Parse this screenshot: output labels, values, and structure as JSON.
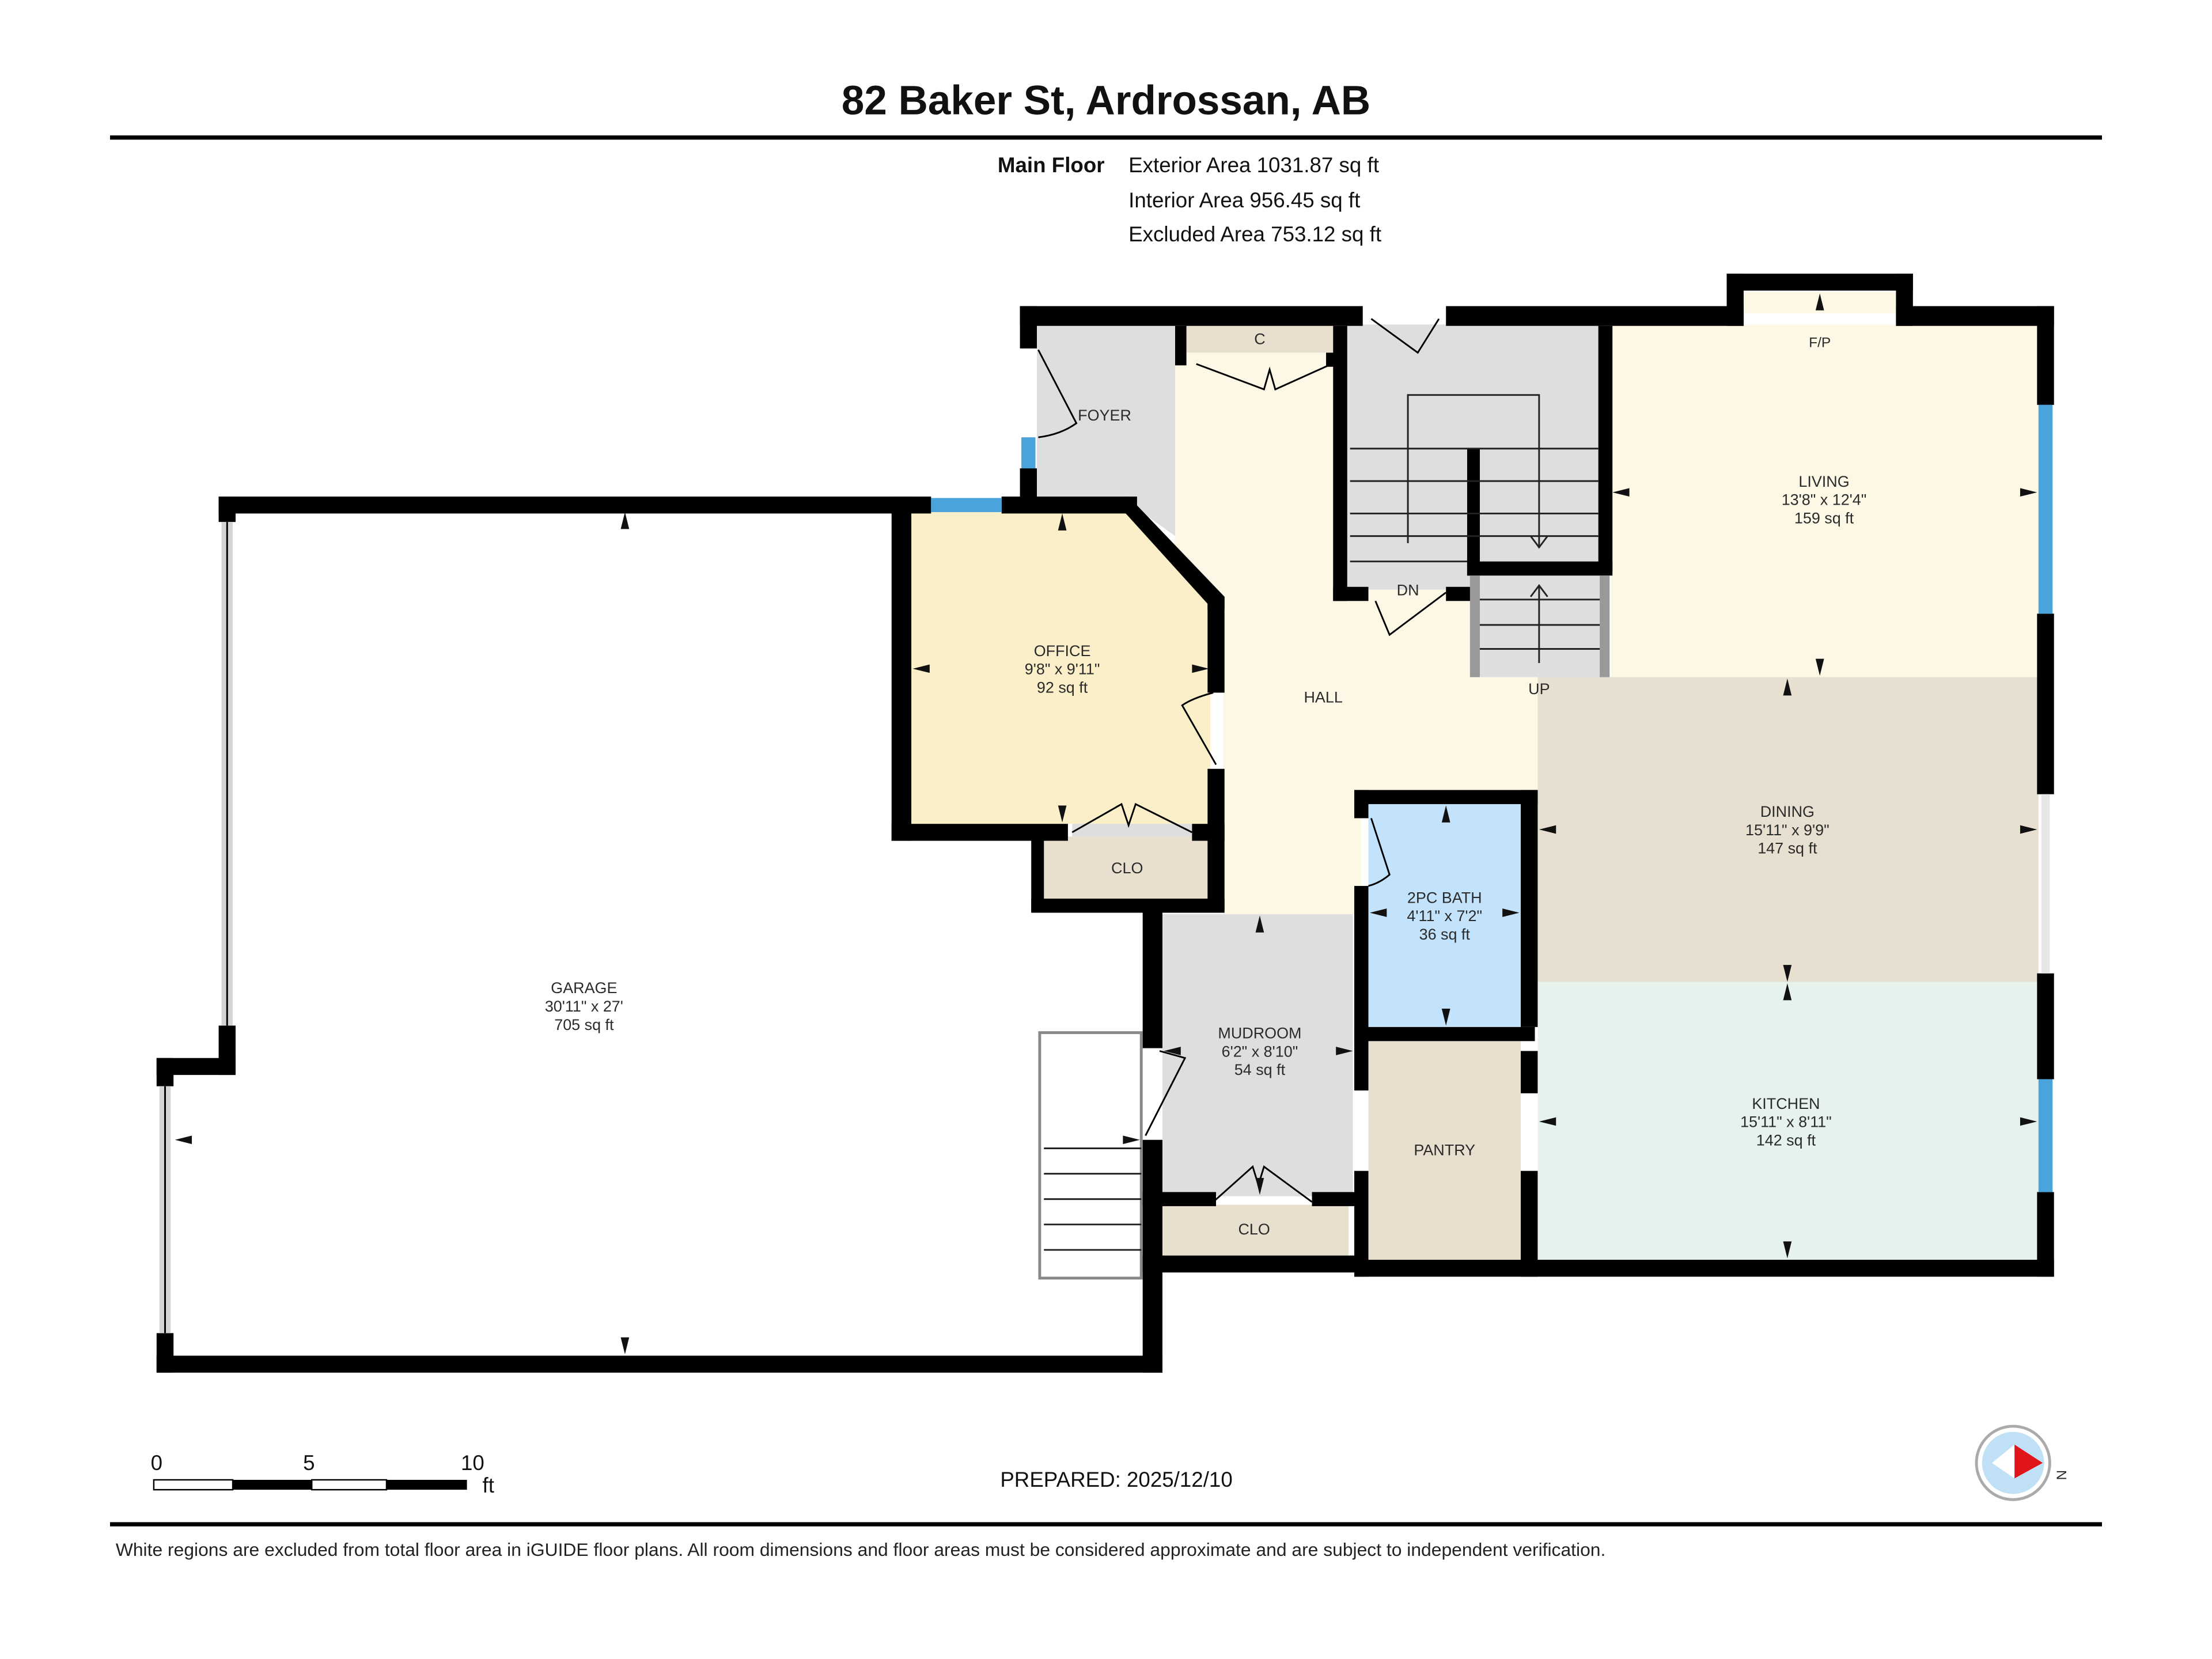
{
  "header": {
    "title": "82 Baker St, Ardrossan, AB",
    "floor_label": "Main Floor",
    "areas": [
      "Exterior Area 1031.87 sq ft",
      "Interior Area 956.45 sq ft",
      "Excluded Area 753.12 sq ft"
    ]
  },
  "rooms": {
    "garage": {
      "name": "GARAGE",
      "dims": "30'11\" x 27'",
      "area": "705 sq ft"
    },
    "office": {
      "name": "OFFICE",
      "dims": "9'8\" x 9'11\"",
      "area": "92 sq ft"
    },
    "living": {
      "name": "LIVING",
      "dims": "13'8\" x 12'4\"",
      "area": "159 sq ft"
    },
    "dining": {
      "name": "DINING",
      "dims": "15'11\" x 9'9\"",
      "area": "147 sq ft"
    },
    "kitchen": {
      "name": "KITCHEN",
      "dims": "15'11\" x 8'11\"",
      "area": "142 sq ft"
    },
    "bath": {
      "name": "2PC BATH",
      "dims": "4'11\" x 7'2\"",
      "area": "36 sq ft"
    },
    "mudroom": {
      "name": "MUDROOM",
      "dims": "6'2\" x 8'10\"",
      "area": "54 sq ft"
    },
    "foyer": {
      "name": "FOYER"
    },
    "hall": {
      "name": "HALL"
    },
    "pantry": {
      "name": "PANTRY"
    },
    "closet_office": {
      "name": "CLO"
    },
    "closet_mudroom": {
      "name": "CLO"
    },
    "closet_hall": {
      "name": "C"
    },
    "fireplace": {
      "name": "F/P"
    },
    "stairs_down": {
      "name": "DN"
    },
    "stairs_up": {
      "name": "UP"
    }
  },
  "colors": {
    "office": "#fbefc9",
    "living": "#fdf8e6",
    "hall": "#fdf8e6",
    "dining": "#e7dfd0",
    "kitchen": "#e6f2ec",
    "bath": "#c2e3fb",
    "mudroom": "#dedede",
    "foyer": "#dedede",
    "stairs": "#dedede",
    "closet": "#e8dfcf",
    "pantry": "#e8dfcf",
    "window": "#4aa3db",
    "compass_face": "#bfe0f5",
    "compass_needle": "#e0141b"
  },
  "scale_bar": {
    "labels": [
      "0",
      "5",
      "10"
    ],
    "unit": "ft"
  },
  "prepared": "PREPARED: 2025/12/10",
  "compass": {
    "label": "N"
  },
  "footer": {
    "disclaimer": "White regions are excluded from total floor area in iGUIDE floor plans. All room dimensions and floor areas must be considered approximate and are subject to independent verification."
  }
}
